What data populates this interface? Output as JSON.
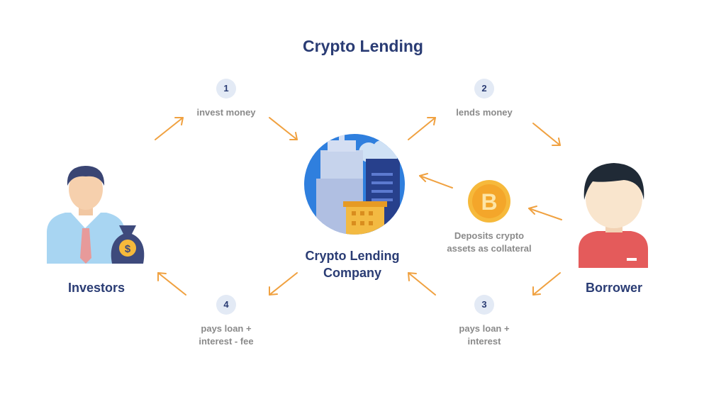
{
  "title": "Crypto Lending",
  "nodes": {
    "investors": "Investors",
    "company_line1": "Crypto Lending",
    "company_line2": "Company",
    "borrower": "Borrower"
  },
  "steps": [
    {
      "num": "1",
      "line1": "invest money",
      "line2": ""
    },
    {
      "num": "2",
      "line1": "lends money",
      "line2": ""
    },
    {
      "num": "3",
      "line1": "pays loan +",
      "line2": "interest"
    },
    {
      "num": "4",
      "line1": "pays loan +",
      "line2": "interest - fee"
    }
  ],
  "collateral": {
    "line1": "Deposits crypto",
    "line2": "assets as collateral"
  },
  "colors": {
    "arrow": "#f0a140",
    "title": "#2a3c74",
    "step_text": "#8a8a8a",
    "step_badge": "#e3eaf5",
    "coin": "#f6b93b",
    "city_circle": "#2f7fde"
  },
  "icons": [
    "investor-icon",
    "money-bag-icon",
    "company-building-icon",
    "bitcoin-coin-icon",
    "borrower-icon"
  ]
}
